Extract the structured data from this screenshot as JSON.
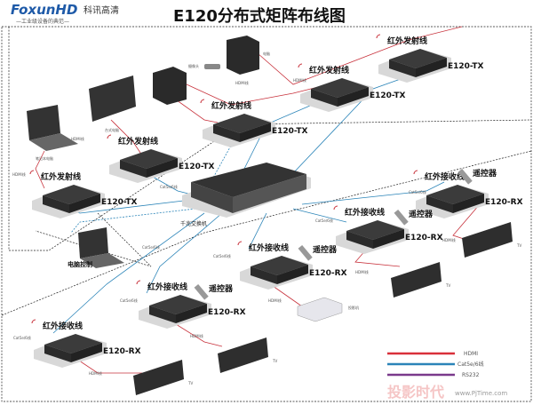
{
  "header": {
    "brand": "FoxunHD",
    "brand_cn": "科讯高清",
    "slogan": "—工业级设备的典范—",
    "title": "E120分布式矩阵布线图"
  },
  "tx": [
    {
      "ir_label": "红外发射线",
      "model": "E120-TX"
    },
    {
      "ir_label": "红外发射线",
      "model": "E120-TX"
    },
    {
      "ir_label": "红外发射线",
      "model": "E120-TX"
    },
    {
      "ir_label": "红外发射线",
      "model": "E120-TX"
    },
    {
      "ir_label": "红外发射线",
      "model": "E120-TX"
    }
  ],
  "rx": [
    {
      "ir_label": "红外接收线",
      "model": "E120-RX",
      "remote": "遥控器"
    },
    {
      "ir_label": "红外接收线",
      "model": "E120-RX",
      "remote": "遥控器"
    },
    {
      "ir_label": "红外接收线",
      "model": "E120-RX",
      "remote": "遥控器"
    },
    {
      "ir_label": "红外接收线",
      "model": "E120-RX",
      "remote": "遥控器"
    },
    {
      "ir_label": "红外接收线",
      "model": "E120-RX"
    }
  ],
  "sources": {
    "laptop": "笔记本电脑",
    "desktop": "台式电脑",
    "camera": "摄像头",
    "pc": "电脑"
  },
  "switch_label": "千兆交换机",
  "control_label": "电脑控制",
  "projector_label": "投影机",
  "tv_label": "TV",
  "cable_hdmi": "HDMI线",
  "cable_cat": "Cat5e/6线",
  "legend": {
    "hdmi": "HDMI",
    "cat": "Cat5e/6线",
    "rs232": "RS232"
  },
  "colors": {
    "hdmi": "#d9303a",
    "cat": "#2a84b8",
    "rs232": "#7a3a8c"
  },
  "watermark": {
    "cn": "投影时代",
    "url": "www.PjTime.com"
  }
}
